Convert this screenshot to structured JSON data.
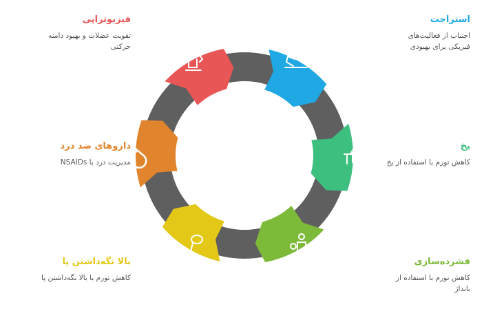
{
  "steps": [
    {
      "title": "استراحت",
      "desc": "اجتناب از فعالیت‌های فیزیکی برای بهبودی",
      "color": "#1FA8E3",
      "icon": "resting-person-icon"
    },
    {
      "title": "یخ",
      "desc": "کاهش تورم با استفاده از یخ",
      "color": "#3DBF7F",
      "icon": "ice-table-person-icon"
    },
    {
      "title": "فشرده‌سازی",
      "desc": "کاهش تورم با استفاده از بانداژ",
      "color": "#7DBA3A",
      "icon": "person-bandage-icon"
    },
    {
      "title": "بالا نگه‌داشتن پا",
      "desc": "کاهش تورم با بالا نگه‌داشتن پا",
      "color": "#E3C818",
      "icon": "raised-leg-icon"
    },
    {
      "title": "داروهای ضد درد",
      "desc": "مدیریت درد با NSAIDs",
      "color": "#E0852D",
      "icon": "pill-icon"
    },
    {
      "title": "فیزیوتراپی",
      "desc": "تقویت عضلات و بهبود دامنه حرکتی",
      "color": "#E95656",
      "icon": "physio-person-icon"
    }
  ],
  "ring_color": "#5F5F5F",
  "desc_color": "#555555"
}
